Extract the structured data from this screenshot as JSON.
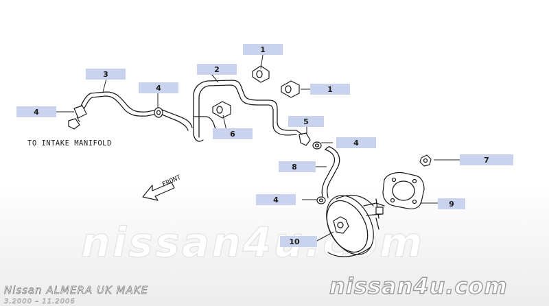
{
  "callouts": {
    "c1a": "1",
    "c1b": "1",
    "c2": "2",
    "c3": "3",
    "c4a": "4",
    "c4b": "4",
    "c4c": "4",
    "c4d": "4",
    "c5": "5",
    "c6": "6",
    "c7": "7",
    "c8": "8",
    "c9": "9",
    "c10": "10"
  },
  "notes": {
    "intake": "TO INTAKE MANIFOLD",
    "front": "FRONT"
  },
  "watermark": {
    "center": "nissan4u.com",
    "corner": "nissan4u.com"
  },
  "footer": {
    "title": "Nissan ALMERA UK MAKE",
    "date_range": "3.2000 – 11.2006"
  },
  "colors": {
    "callout_fill": "#c9d3ee",
    "line": "#1a1a1a"
  }
}
